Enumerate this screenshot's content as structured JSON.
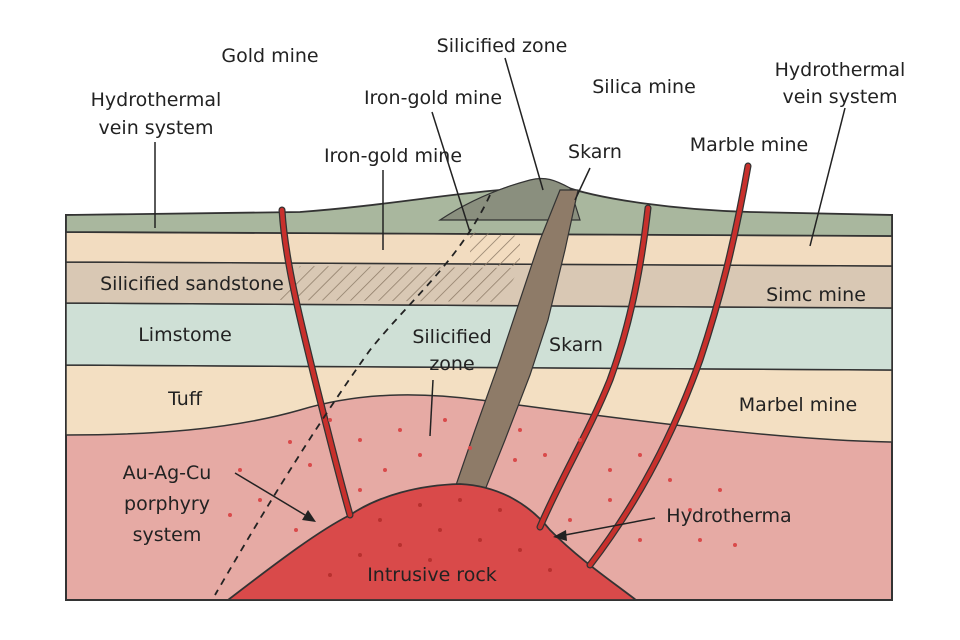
{
  "colors": {
    "background": "#ffffff",
    "topsoil": "#a9b79e",
    "ridge": "#8a8f7e",
    "sandstone_upper": "#f2dcc0",
    "silicified_sandstone": "#d9c8b4",
    "limestone": "#cfe0d6",
    "tuff": "#f3dfc2",
    "porphyry_zone": "#e6aaa4",
    "intrusive": "#d94a4a",
    "vein": "#c8302c",
    "skarn_band": "#8e7b68",
    "dots": "#d94a4a",
    "outline": "#333333",
    "text": "#222222"
  },
  "labels": {
    "gold_mine": "Gold mine",
    "silicified_zone_top": "Silicified zone",
    "iron_gold_mine_1": "Iron-gold mine",
    "iron_gold_mine_2": "Iron-gold mine",
    "silica_mine": "Silica mine",
    "hydrothermal_left_l1": "Hydrothermal",
    "hydrothermal_left_l2": "vein system",
    "hydrothermal_right_l1": "Hydrothermal",
    "hydrothermal_right_l2": "vein system",
    "skarn_top": "Skarn",
    "marble_mine": "Marble mine",
    "silicified_sandstone": "Silicified sandstone",
    "simc_mine": "Simc mine",
    "limestone": "Limstome",
    "silicified_zone_mid_l1": "Silicified",
    "silicified_zone_mid_l2": "zone",
    "skarn_mid": "Skarn",
    "tuff": "Tuff",
    "marbel_mine": "Marbel mine",
    "porphyry_l1": "Au-Ag-Cu",
    "porphyry_l2": "porphyry",
    "porphyry_l3": "system",
    "hydrotherma": "Hydrotherma",
    "intrusive_rock": "Intrusive rock"
  }
}
